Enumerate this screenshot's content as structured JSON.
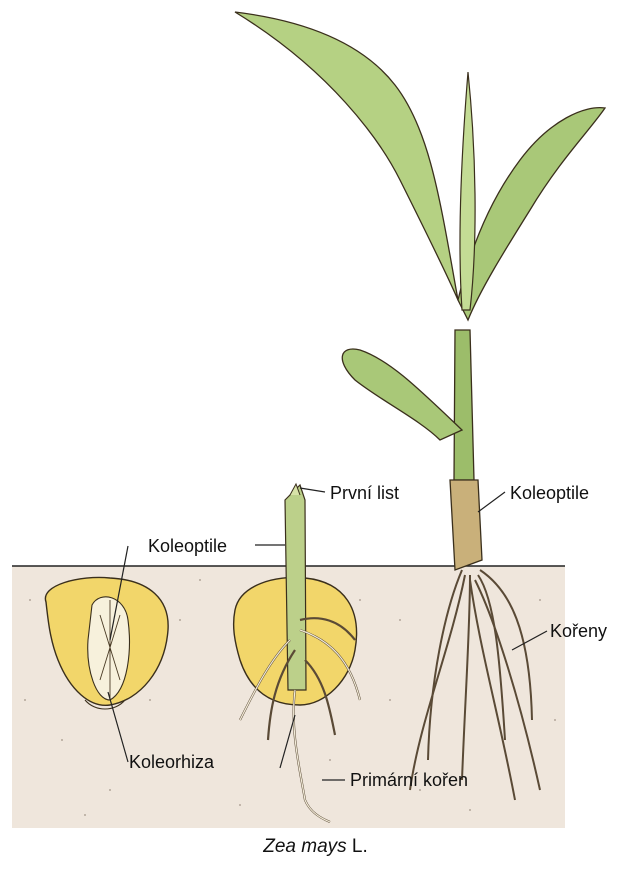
{
  "labels": {
    "koleoptile_left": "Koleoptile",
    "koleorhiza": "Koleorhiza",
    "prvni_list": "První list",
    "primarni_koren": "Primární kořen",
    "koleoptile_right": "Koleoptile",
    "koreny": "Kořeny"
  },
  "caption": {
    "species": "Zea mays",
    "authority": "L."
  },
  "colors": {
    "soil": "#efe6dc",
    "seed": "#f2d66a",
    "leaf": "#a9c878",
    "stem": "#9cbd6a",
    "root": "#f3ecd9",
    "coleoptile": "#d7bd8a"
  }
}
